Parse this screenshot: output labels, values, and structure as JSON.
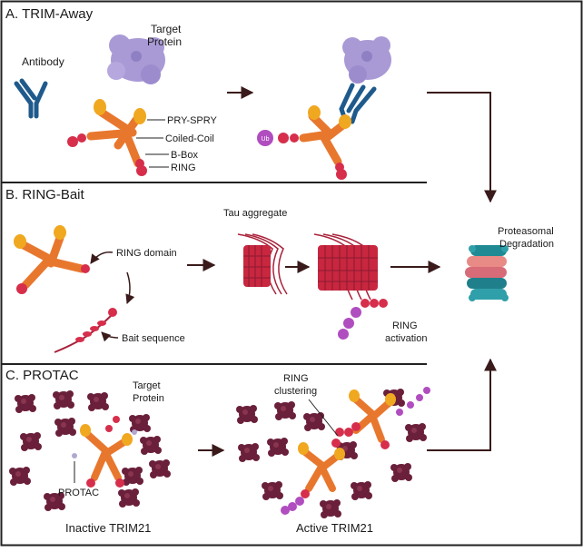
{
  "panels": {
    "a": {
      "title": "A. TRIM-Away",
      "antibody": "Antibody",
      "target_line1": "Target",
      "target_line2": "Protein",
      "pry_spry": "PRY-SPRY",
      "coiled_coil": "Coiled-Coil",
      "b_box": "B-Box",
      "ring": "RING"
    },
    "b": {
      "title": "B. RING-Bait",
      "ring_domain": "RING domain",
      "bait_sequence": "Bait sequence",
      "tau_aggregate": "Tau aggregate",
      "ring_activation_line1": "RING",
      "ring_activation_line2": "activation",
      "proteasomal_line1": "Proteasomal",
      "proteasomal_line2": "Degradation"
    },
    "c": {
      "title": "C. PROTAC",
      "target_line1": "Target",
      "target_line2": "Protein",
      "ring_clustering_line1": "RING",
      "ring_clustering_line2": "clustering",
      "protac": "PROTAC",
      "inactive": "Inactive TRIM21",
      "active": "Active TRIM21"
    }
  },
  "ub_label": "Ub",
  "colors": {
    "orange": "#e8772e",
    "yellow": "#f0a820",
    "red": "#d62e4b",
    "purple": "#b04dbf",
    "dark_red": "#a8223a",
    "aggregate": "#6a1f3a",
    "antibody": "#1f5a8c",
    "target_protein": "#a99ad6",
    "protac": "#b0a8d0",
    "proteasome_teal": "#1f8a94",
    "proteasome_pink": "#e88a86",
    "border": "#222222",
    "arrow": "#3a1a1a"
  }
}
